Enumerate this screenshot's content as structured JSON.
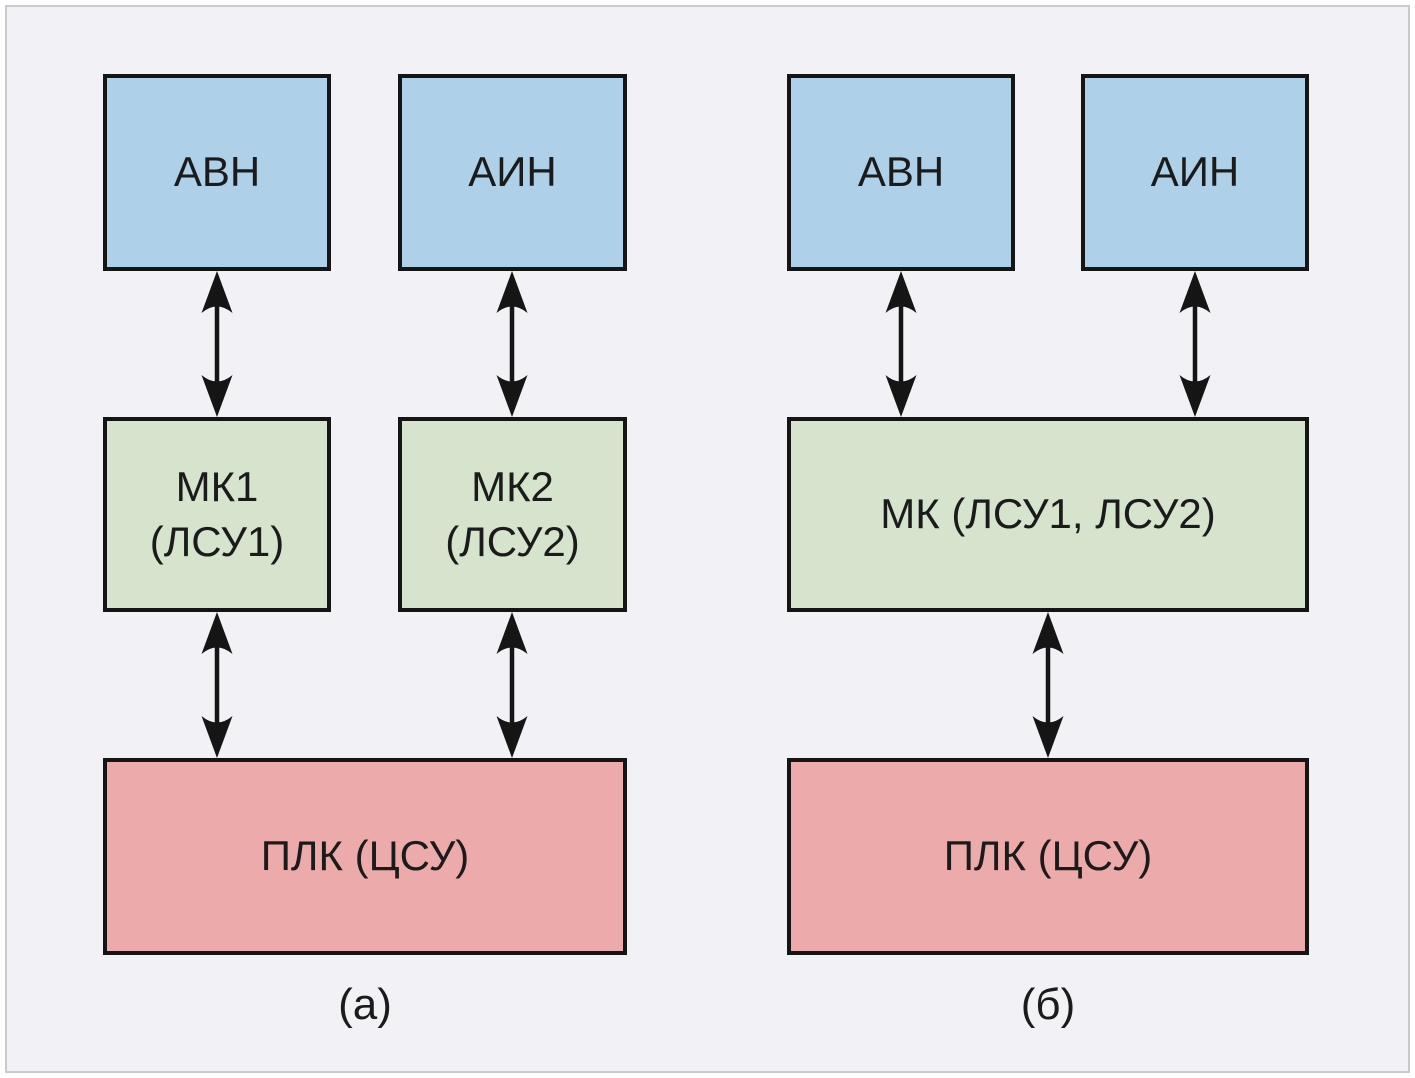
{
  "figure": {
    "type": "block-diagram",
    "description_note": "Two control-structure block diagrams labelled (а) and (б)"
  },
  "colors": {
    "page_white": "#ffffff",
    "background": "#f2f2f6",
    "frame_border": "#c9c9ce",
    "box_blue": "#aed0e8",
    "box_green": "#d6e3cd",
    "box_red": "#ecabaa",
    "outline": "#151515",
    "text": "#1b1b1b"
  },
  "diagram_a": {
    "caption": "(а)",
    "nodes": {
      "avn": {
        "label": "АВН"
      },
      "ain": {
        "label": "АИН"
      },
      "mk1": {
        "label": "МК1\n(ЛСУ1)"
      },
      "mk2": {
        "label": "МК2\n(ЛСУ2)"
      },
      "plc": {
        "label": "ПЛК (ЦСУ)"
      }
    },
    "connections": [
      {
        "from": "АВН",
        "to": "МК1 (ЛСУ1)",
        "type": "bidirectional"
      },
      {
        "from": "АИН",
        "to": "МК2 (ЛСУ2)",
        "type": "bidirectional"
      },
      {
        "from": "МК1 (ЛСУ1)",
        "to": "ПЛК (ЦСУ)",
        "type": "bidirectional"
      },
      {
        "from": "МК2 (ЛСУ2)",
        "to": "ПЛК (ЦСУ)",
        "type": "bidirectional"
      }
    ]
  },
  "diagram_b": {
    "caption": "(б)",
    "nodes": {
      "avn": {
        "label": "АВН"
      },
      "ain": {
        "label": "АИН"
      },
      "mk": {
        "label": "МК (ЛСУ1, ЛСУ2)"
      },
      "plc": {
        "label": "ПЛК (ЦСУ)"
      }
    },
    "connections": [
      {
        "from": "АВН",
        "to": "МК (ЛСУ1, ЛСУ2)",
        "type": "bidirectional"
      },
      {
        "from": "АИН",
        "to": "МК (ЛСУ1, ЛСУ2)",
        "type": "bidirectional"
      },
      {
        "from": "МК (ЛСУ1, ЛСУ2)",
        "to": "ПЛК (ЦСУ)",
        "type": "bidirectional"
      }
    ]
  }
}
